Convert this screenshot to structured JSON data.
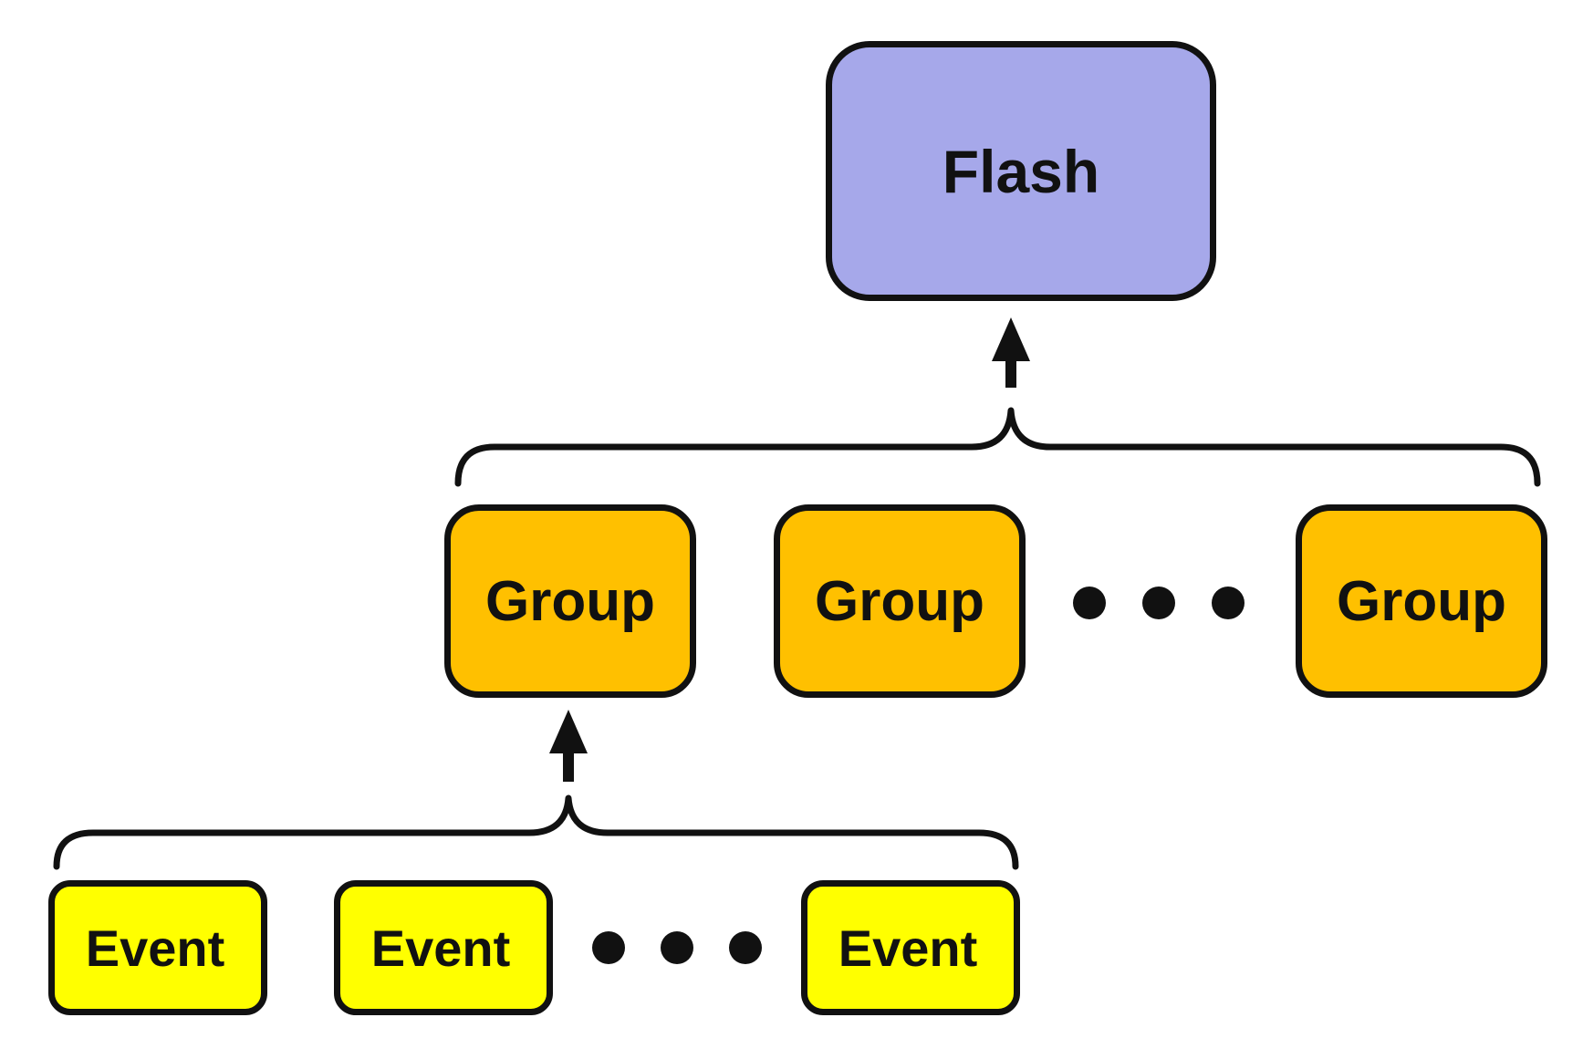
{
  "colors": {
    "flash_fill": "#a6a8ea",
    "group_fill": "#ffc000",
    "event_fill": "#ffff00",
    "stroke": "#111111"
  },
  "flash": {
    "label": "Flash"
  },
  "groups": [
    {
      "label": "Group"
    },
    {
      "label": "Group"
    },
    {
      "label": "Group"
    }
  ],
  "events": [
    {
      "label": "Event"
    },
    {
      "label": "Event"
    },
    {
      "label": "Event"
    }
  ]
}
